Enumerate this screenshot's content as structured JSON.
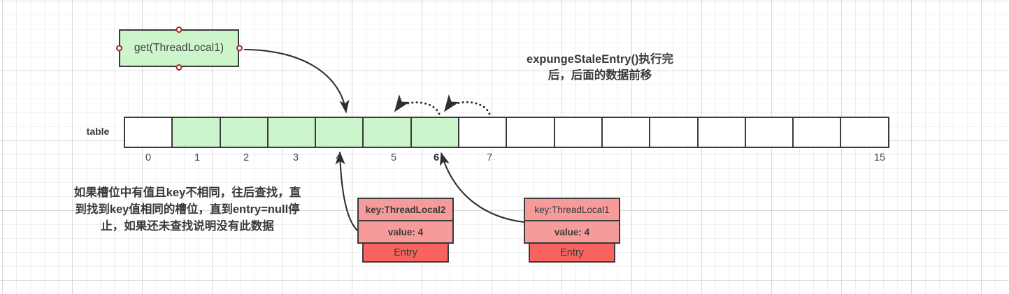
{
  "diagram": {
    "title_note": {
      "line1": "expungeStaleEntry()执行完",
      "line2": "后，后面的数据前移"
    },
    "get_node": {
      "label": "get(ThreadLocal1)"
    },
    "table": {
      "label": "table",
      "cell_count": 16,
      "filled_indices": [
        1,
        2,
        3,
        4,
        5,
        6
      ],
      "index_labels": [
        "0",
        "1",
        "2",
        "3",
        "4",
        "5",
        "6",
        "7",
        "15"
      ],
      "bold_index_label": "6",
      "last_index_label": "15"
    },
    "left_note": {
      "line1": "如果槽位中有值且key不相同，往后查找，直",
      "line2": "到找到key值相同的槽位，直到entry=null停",
      "line3": "止，如果还未查找说明没有此数据"
    },
    "entries": [
      {
        "key": "key:ThreadLocal2",
        "value": "value: 4",
        "footer": "Entry",
        "key_bold": true,
        "value_bold": true,
        "points_to_slot": "4"
      },
      {
        "key": "key:ThreadLocal1",
        "value": "value: 4",
        "footer": "Entry",
        "key_bold": false,
        "value_bold": true,
        "points_to_slot": "6"
      }
    ],
    "shift_arrows": [
      {
        "from_slot": "6",
        "to_slot": "5",
        "style": "dotted"
      },
      {
        "from_slot": "7",
        "to_slot": "6",
        "style": "dotted"
      }
    ],
    "colors": {
      "cell_filled": "#ccf5cc",
      "cell_empty": "#ffffff",
      "entry_field": "#f79a9a",
      "entry_footer": "#f9635f",
      "stroke": "#3b3b3b",
      "port_ring": "#9e2a2a",
      "text": "#3a3a3a"
    }
  }
}
